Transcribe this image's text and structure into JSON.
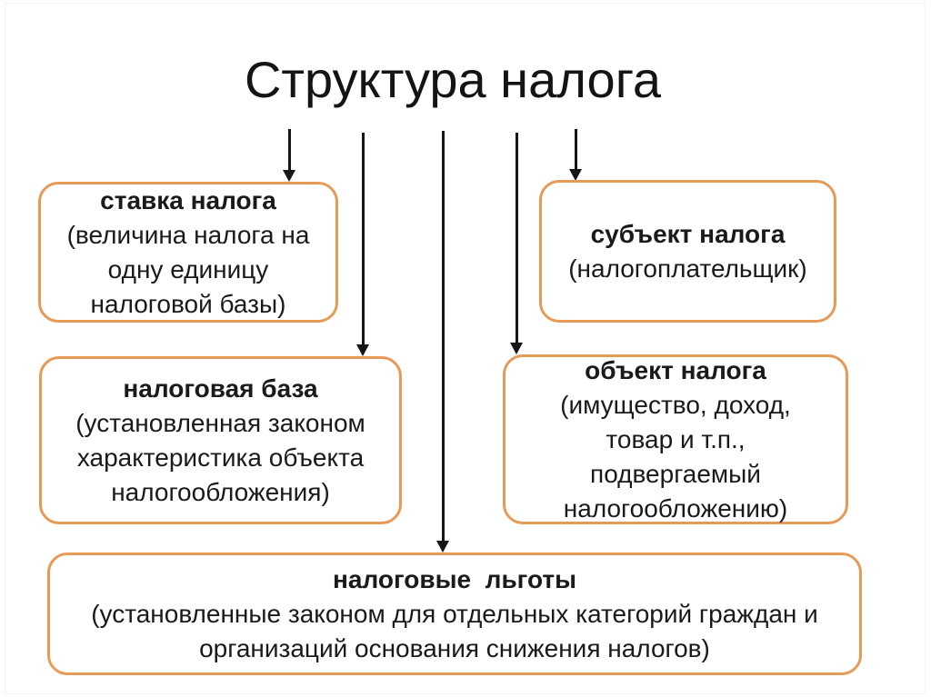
{
  "title": "Структура налога",
  "colors": {
    "box_border": "#e79a58",
    "text": "#1a1a1a",
    "arrow": "#161616",
    "background": "#ffffff"
  },
  "arrows": [
    {
      "name": "down-arrow-to-tax-rate"
    },
    {
      "name": "down-arrow-to-tax-base"
    },
    {
      "name": "down-arrow-to-tax-benefits"
    },
    {
      "name": "down-arrow-to-tax-object"
    },
    {
      "name": "down-arrow-to-tax-subject"
    }
  ],
  "boxes": [
    {
      "id": "tax-rate",
      "title": "ставка налога",
      "body": "(величина налога на\nодну единицу\nналоговой базы)"
    },
    {
      "id": "tax-subject",
      "title": "субъект налога",
      "body": "(налогоплательщик)"
    },
    {
      "id": "tax-base",
      "title": "налоговая база",
      "body": "(установленная законом\nхарактеристика объекта\nналогообложения)"
    },
    {
      "id": "tax-object",
      "title": "объект налога",
      "body": "(имущество, доход,\nтовар и т.п.,\nподвергаемый\nналогообложению)"
    },
    {
      "id": "tax-benefits",
      "title": "налоговые  льготы",
      "body": "(установленные законом для отдельных категорий граждан и\nорганизаций основания снижения налогов)"
    }
  ]
}
